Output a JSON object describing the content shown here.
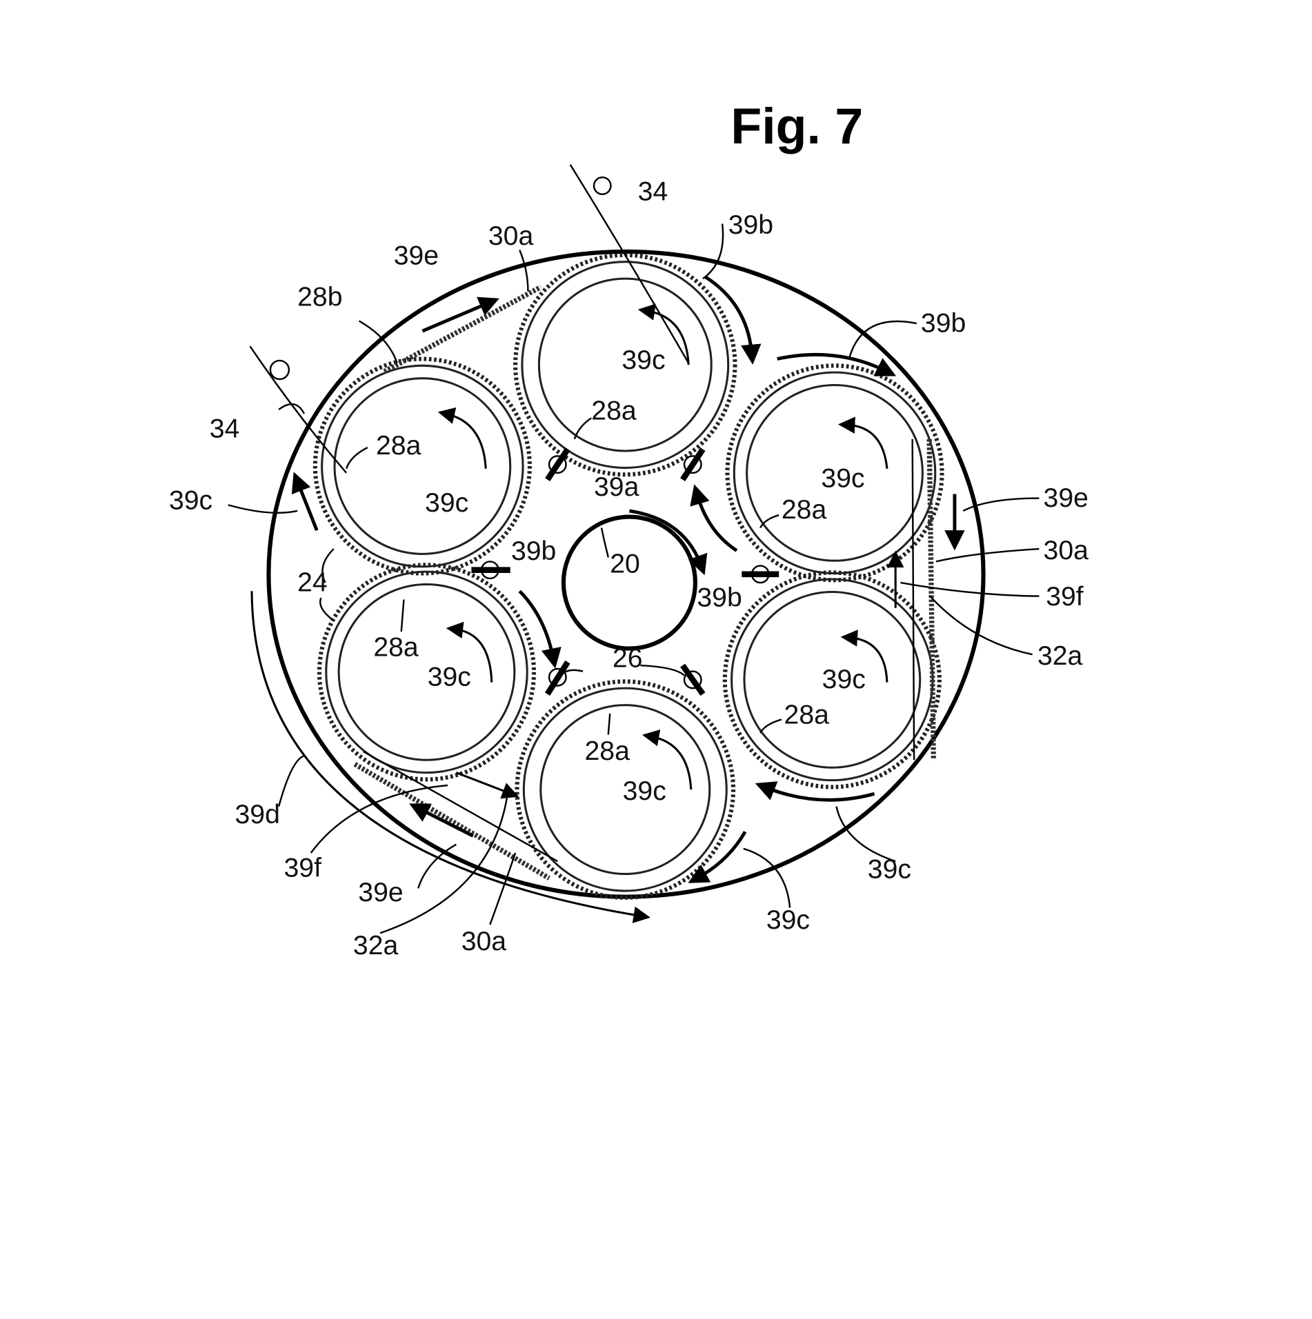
{
  "title": "Fig. 7",
  "labels": [
    "34",
    "30a",
    "39b",
    "39e",
    "28b",
    "39b",
    "39c",
    "34",
    "28a",
    "28a",
    "39c",
    "39c",
    "39a",
    "39c",
    "39e",
    "28a",
    "30a",
    "39b",
    "20",
    "24",
    "39b",
    "39f",
    "32a",
    "28a",
    "26",
    "39c",
    "39c",
    "28a",
    "28a",
    "39c",
    "39d",
    "39f",
    "39c",
    "39e",
    "39c",
    "32a",
    "30a"
  ]
}
